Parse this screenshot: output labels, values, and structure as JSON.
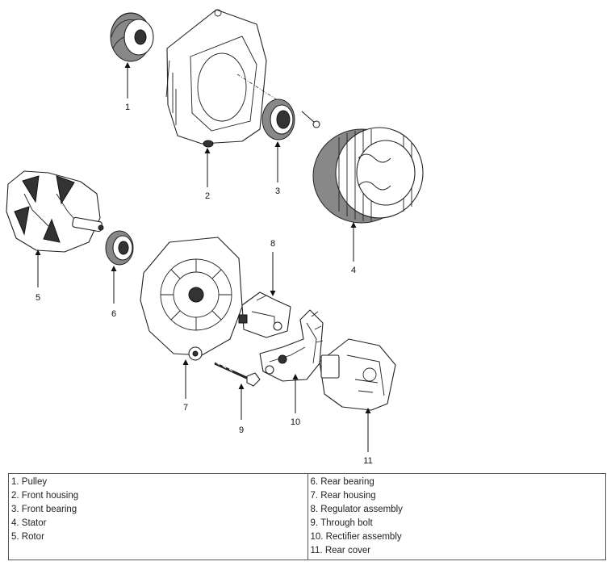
{
  "callouts": [
    "1",
    "2",
    "3",
    "4",
    "5",
    "6",
    "7",
    "8",
    "9",
    "10",
    "11"
  ],
  "legend": {
    "left": [
      "1. Pulley",
      "2. Front housing",
      "3. Front bearing",
      "4. Stator",
      "5. Rotor"
    ],
    "right": [
      "6. Rear bearing",
      "7. Rear housing",
      "8. Regulator assembly",
      "9. Through bolt",
      "10. Rectifier assembly",
      "11. Rear cover"
    ]
  }
}
